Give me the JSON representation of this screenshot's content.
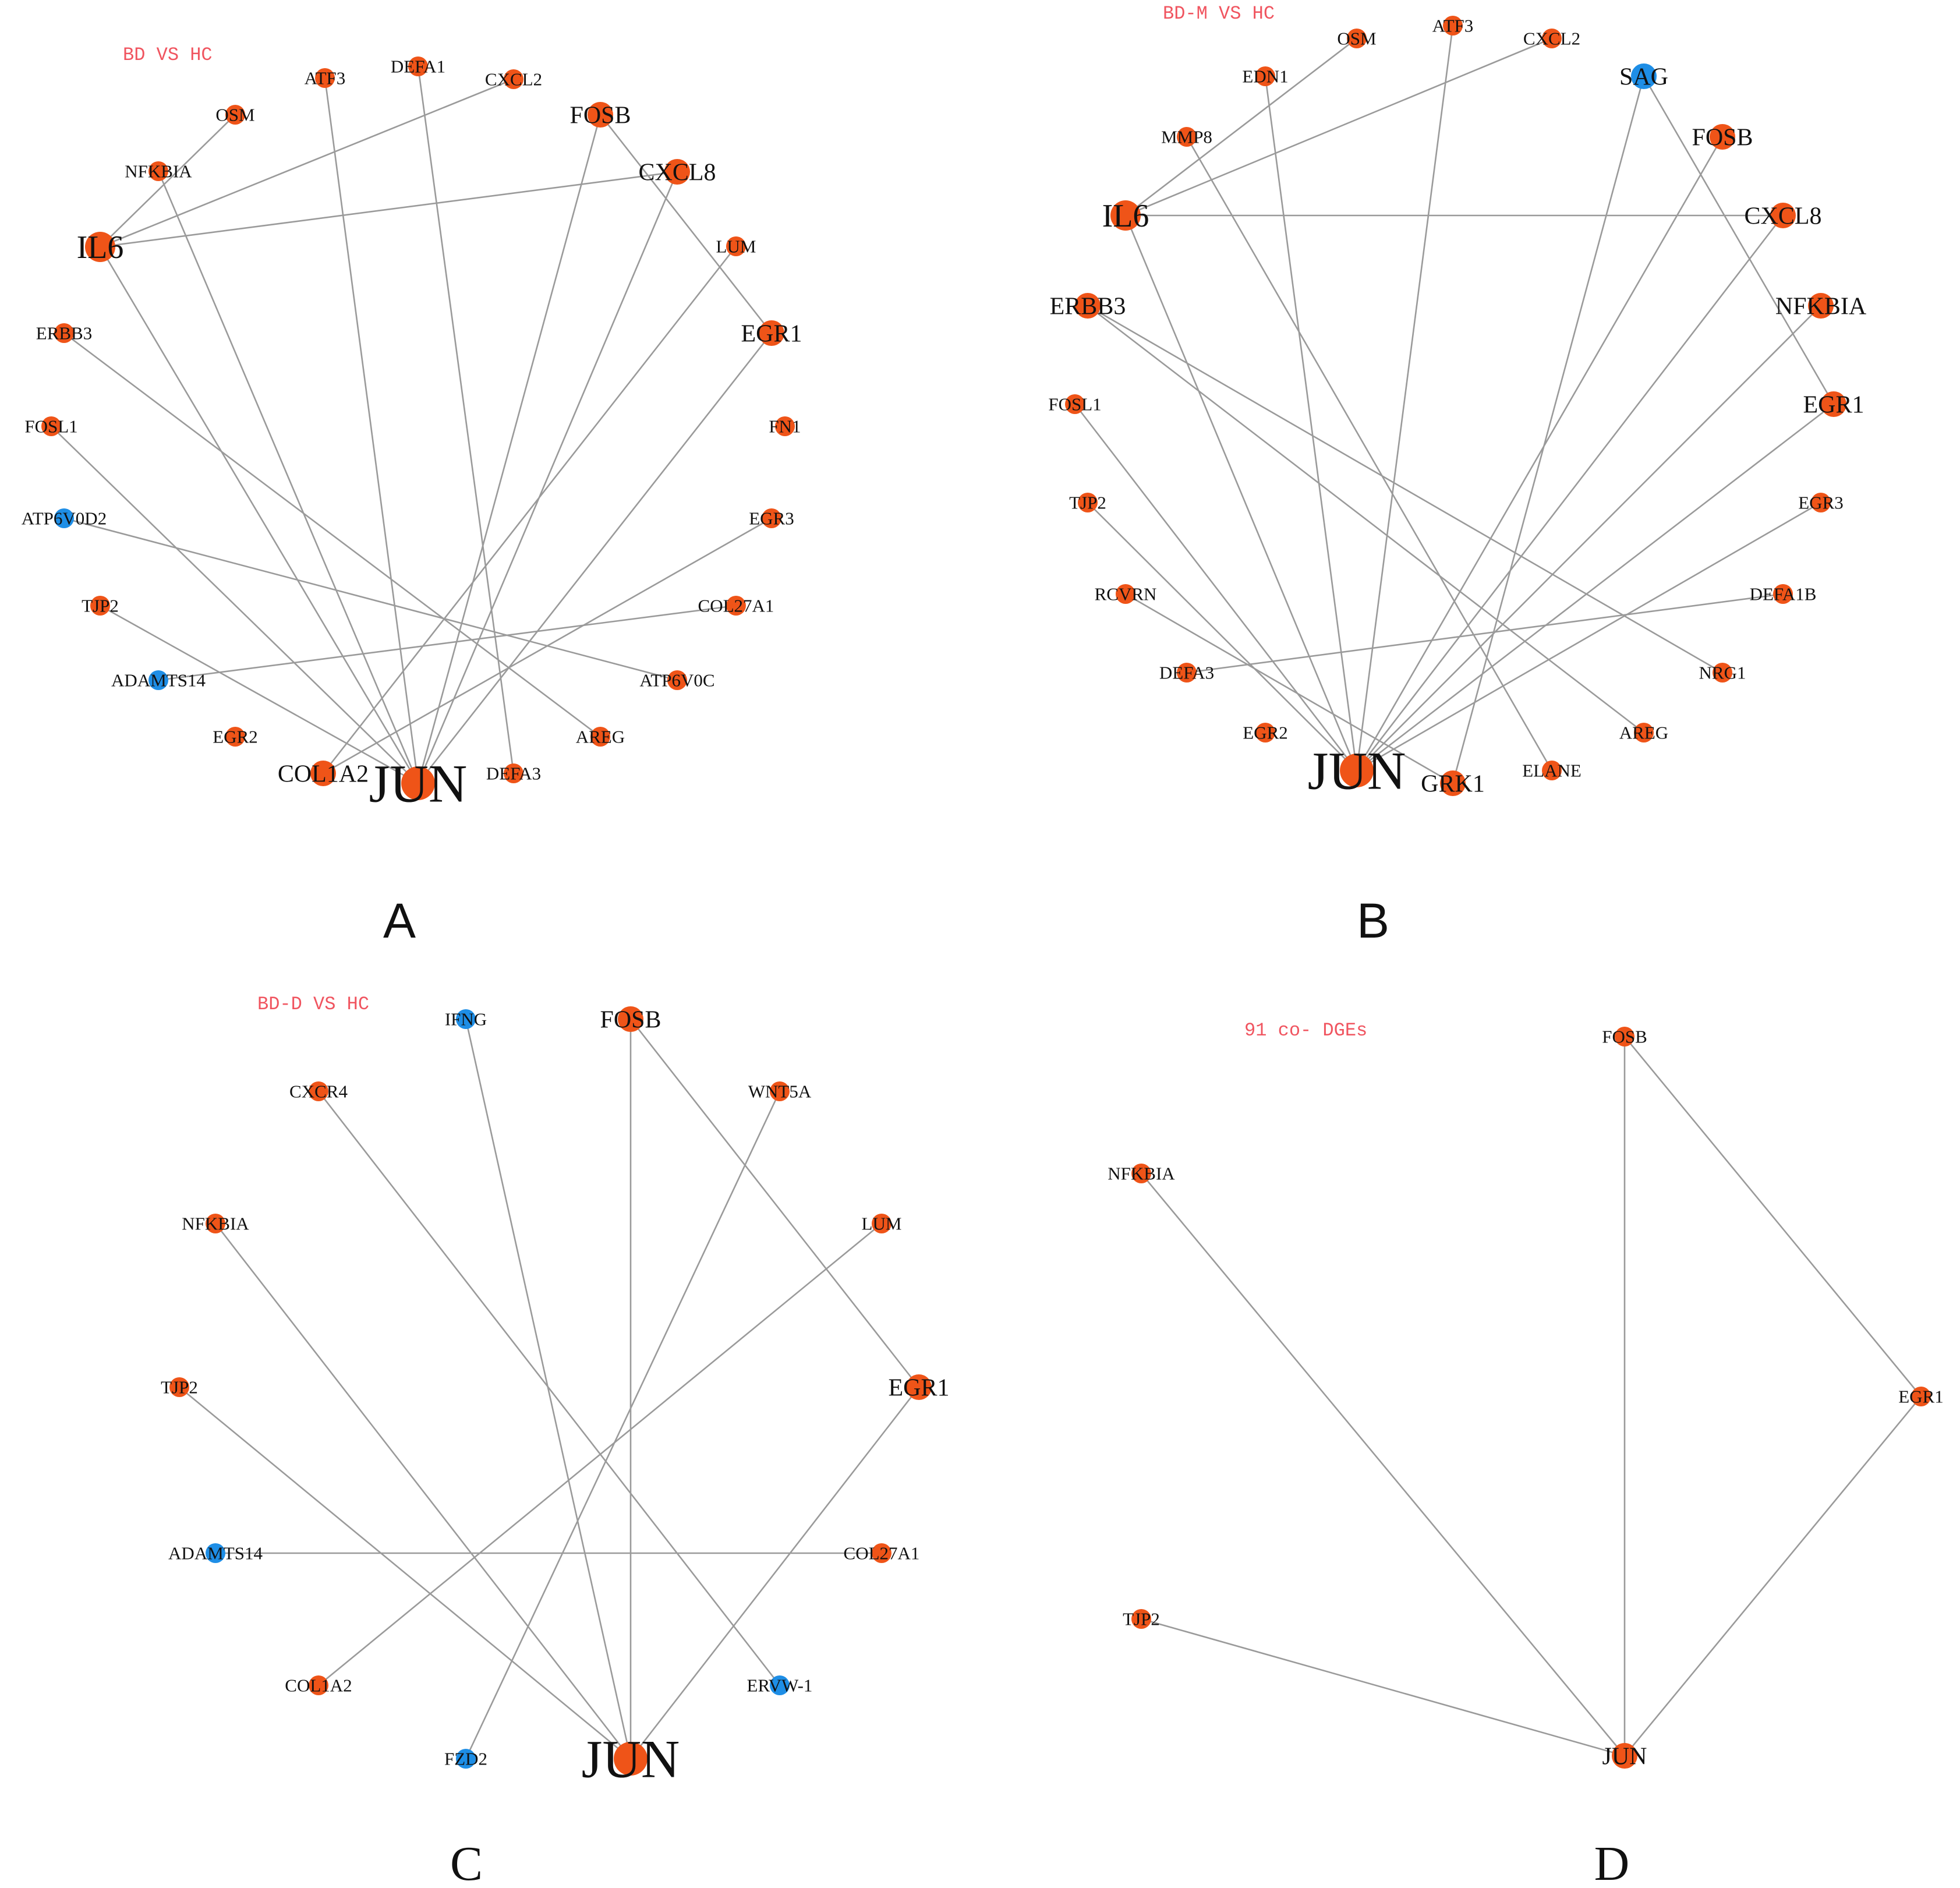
{
  "colors": {
    "up": "#ef5418",
    "down": "#1e8ee6",
    "edge": "#9a9a9a",
    "title": "#f0545f"
  },
  "panels": [
    {
      "letter": "A",
      "title": "BD VS HC",
      "nodes": [
        {
          "id": "ATF3",
          "status": "up",
          "size": "s"
        },
        {
          "id": "DEFA1",
          "status": "up",
          "size": "s"
        },
        {
          "id": "CXCL2",
          "status": "up",
          "size": "s"
        },
        {
          "id": "OSM",
          "status": "up",
          "size": "s"
        },
        {
          "id": "FOSB",
          "status": "up",
          "size": "m"
        },
        {
          "id": "NFKBIA",
          "status": "up",
          "size": "s"
        },
        {
          "id": "CXCL8",
          "status": "up",
          "size": "m"
        },
        {
          "id": "IL6",
          "status": "up",
          "size": "l"
        },
        {
          "id": "LUM",
          "status": "up",
          "size": "s"
        },
        {
          "id": "ERBB3",
          "status": "up",
          "size": "s"
        },
        {
          "id": "EGR1",
          "status": "up",
          "size": "m"
        },
        {
          "id": "FOSL1",
          "status": "up",
          "size": "s"
        },
        {
          "id": "FN1",
          "status": "up",
          "size": "s"
        },
        {
          "id": "ATP6V0D2",
          "status": "down",
          "size": "s"
        },
        {
          "id": "EGR3",
          "status": "up",
          "size": "s"
        },
        {
          "id": "TJP2",
          "status": "up",
          "size": "s"
        },
        {
          "id": "COL27A1",
          "status": "up",
          "size": "s"
        },
        {
          "id": "ADAMTS14",
          "status": "down",
          "size": "s"
        },
        {
          "id": "ATP6V0C",
          "status": "up",
          "size": "s"
        },
        {
          "id": "EGR2",
          "status": "up",
          "size": "s"
        },
        {
          "id": "AREG",
          "status": "up",
          "size": "s"
        },
        {
          "id": "COL1A2",
          "status": "up",
          "size": "m"
        },
        {
          "id": "JUN",
          "status": "up",
          "size": "xl"
        },
        {
          "id": "DEFA3",
          "status": "up",
          "size": "s"
        }
      ],
      "edges": [
        [
          "IL6",
          "OSM"
        ],
        [
          "IL6",
          "CXCL2"
        ],
        [
          "IL6",
          "CXCL8"
        ],
        [
          "IL6",
          "JUN"
        ],
        [
          "NFKBIA",
          "JUN"
        ],
        [
          "ATF3",
          "JUN"
        ],
        [
          "DEFA1",
          "DEFA3"
        ],
        [
          "FOSB",
          "EGR1"
        ],
        [
          "FOSB",
          "JUN"
        ],
        [
          "CXCL8",
          "JUN"
        ],
        [
          "LUM",
          "COL1A2"
        ],
        [
          "EGR1",
          "JUN"
        ],
        [
          "ERBB3",
          "AREG"
        ],
        [
          "FOSL1",
          "JUN"
        ],
        [
          "ATP6V0D2",
          "ATP6V0C"
        ],
        [
          "EGR3",
          "COL1A2"
        ],
        [
          "TJP2",
          "JUN"
        ],
        [
          "ADAMTS14",
          "COL27A1"
        ]
      ]
    },
    {
      "letter": "B",
      "title": "BD-M VS HC",
      "nodes": [
        {
          "id": "ATF3",
          "status": "up",
          "size": "s"
        },
        {
          "id": "OSM",
          "status": "up",
          "size": "s"
        },
        {
          "id": "CXCL2",
          "status": "up",
          "size": "s"
        },
        {
          "id": "EDN1",
          "status": "up",
          "size": "s"
        },
        {
          "id": "SAG",
          "status": "down",
          "size": "m"
        },
        {
          "id": "MMP8",
          "status": "up",
          "size": "s"
        },
        {
          "id": "FOSB",
          "status": "up",
          "size": "m"
        },
        {
          "id": "IL6",
          "status": "up",
          "size": "l"
        },
        {
          "id": "CXCL8",
          "status": "up",
          "size": "m"
        },
        {
          "id": "ERBB3",
          "status": "up",
          "size": "m"
        },
        {
          "id": "NFKBIA",
          "status": "up",
          "size": "m"
        },
        {
          "id": "FOSL1",
          "status": "up",
          "size": "s"
        },
        {
          "id": "EGR1",
          "status": "up",
          "size": "m"
        },
        {
          "id": "TJP2",
          "status": "up",
          "size": "s"
        },
        {
          "id": "EGR3",
          "status": "up",
          "size": "s"
        },
        {
          "id": "RCVRN",
          "status": "up",
          "size": "s"
        },
        {
          "id": "DEFA1B",
          "status": "up",
          "size": "s"
        },
        {
          "id": "DEFA3",
          "status": "up",
          "size": "s"
        },
        {
          "id": "NRG1",
          "status": "up",
          "size": "s"
        },
        {
          "id": "EGR2",
          "status": "up",
          "size": "s"
        },
        {
          "id": "AREG",
          "status": "up",
          "size": "s"
        },
        {
          "id": "JUN",
          "status": "up",
          "size": "xl"
        },
        {
          "id": "GRK1",
          "status": "up",
          "size": "m"
        },
        {
          "id": "ELANE",
          "status": "up",
          "size": "s"
        }
      ],
      "edges": [
        [
          "IL6",
          "OSM"
        ],
        [
          "IL6",
          "CXCL2"
        ],
        [
          "IL6",
          "CXCL8"
        ],
        [
          "IL6",
          "JUN"
        ],
        [
          "MMP8",
          "ELANE"
        ],
        [
          "EDN1",
          "JUN"
        ],
        [
          "ATF3",
          "JUN"
        ],
        [
          "SAG",
          "GRK1"
        ],
        [
          "SAG",
          "EGR1"
        ],
        [
          "FOSB",
          "JUN"
        ],
        [
          "CXCL8",
          "JUN"
        ],
        [
          "NFKBIA",
          "JUN"
        ],
        [
          "EGR1",
          "JUN"
        ],
        [
          "EGR3",
          "JUN"
        ],
        [
          "ERBB3",
          "AREG"
        ],
        [
          "ERBB3",
          "NRG1"
        ],
        [
          "FOSL1",
          "JUN"
        ],
        [
          "TJP2",
          "JUN"
        ],
        [
          "RCVRN",
          "GRK1"
        ],
        [
          "DEFA3",
          "DEFA1B"
        ]
      ]
    },
    {
      "letter": "C",
      "title": "BD-D VS HC",
      "nodes": [
        {
          "id": "IFNG",
          "status": "down",
          "size": "s"
        },
        {
          "id": "FOSB",
          "status": "up",
          "size": "m"
        },
        {
          "id": "CXCR4",
          "status": "up",
          "size": "s"
        },
        {
          "id": "WNT5A",
          "status": "up",
          "size": "s"
        },
        {
          "id": "NFKBIA",
          "status": "up",
          "size": "s"
        },
        {
          "id": "LUM",
          "status": "up",
          "size": "s"
        },
        {
          "id": "TJP2",
          "status": "up",
          "size": "s"
        },
        {
          "id": "EGR1",
          "status": "up",
          "size": "m"
        },
        {
          "id": "ADAMTS14",
          "status": "down",
          "size": "s"
        },
        {
          "id": "COL27A1",
          "status": "up",
          "size": "s"
        },
        {
          "id": "COL1A2",
          "status": "up",
          "size": "s"
        },
        {
          "id": "ERVW-1",
          "status": "down",
          "size": "s"
        },
        {
          "id": "FZD2",
          "status": "down",
          "size": "s"
        },
        {
          "id": "JUN",
          "status": "up",
          "size": "xl"
        }
      ],
      "edges": [
        [
          "IFNG",
          "JUN"
        ],
        [
          "FOSB",
          "JUN"
        ],
        [
          "FOSB",
          "EGR1"
        ],
        [
          "CXCR4",
          "ERVW-1"
        ],
        [
          "WNT5A",
          "FZD2"
        ],
        [
          "NFKBIA",
          "JUN"
        ],
        [
          "LUM",
          "COL1A2"
        ],
        [
          "TJP2",
          "JUN"
        ],
        [
          "EGR1",
          "JUN"
        ],
        [
          "ADAMTS14",
          "COL27A1"
        ]
      ]
    },
    {
      "letter": "D",
      "title": "91 co- DGEs",
      "nodes": [
        {
          "id": "FOSB",
          "status": "up",
          "size": "s"
        },
        {
          "id": "NFKBIA",
          "status": "up",
          "size": "s"
        },
        {
          "id": "EGR1",
          "status": "up",
          "size": "s"
        },
        {
          "id": "TJP2",
          "status": "up",
          "size": "s"
        },
        {
          "id": "JUN",
          "status": "up",
          "size": "m"
        }
      ],
      "edges": [
        [
          "FOSB",
          "JUN"
        ],
        [
          "FOSB",
          "EGR1"
        ],
        [
          "NFKBIA",
          "JUN"
        ],
        [
          "TJP2",
          "JUN"
        ],
        [
          "EGR1",
          "JUN"
        ]
      ]
    }
  ]
}
